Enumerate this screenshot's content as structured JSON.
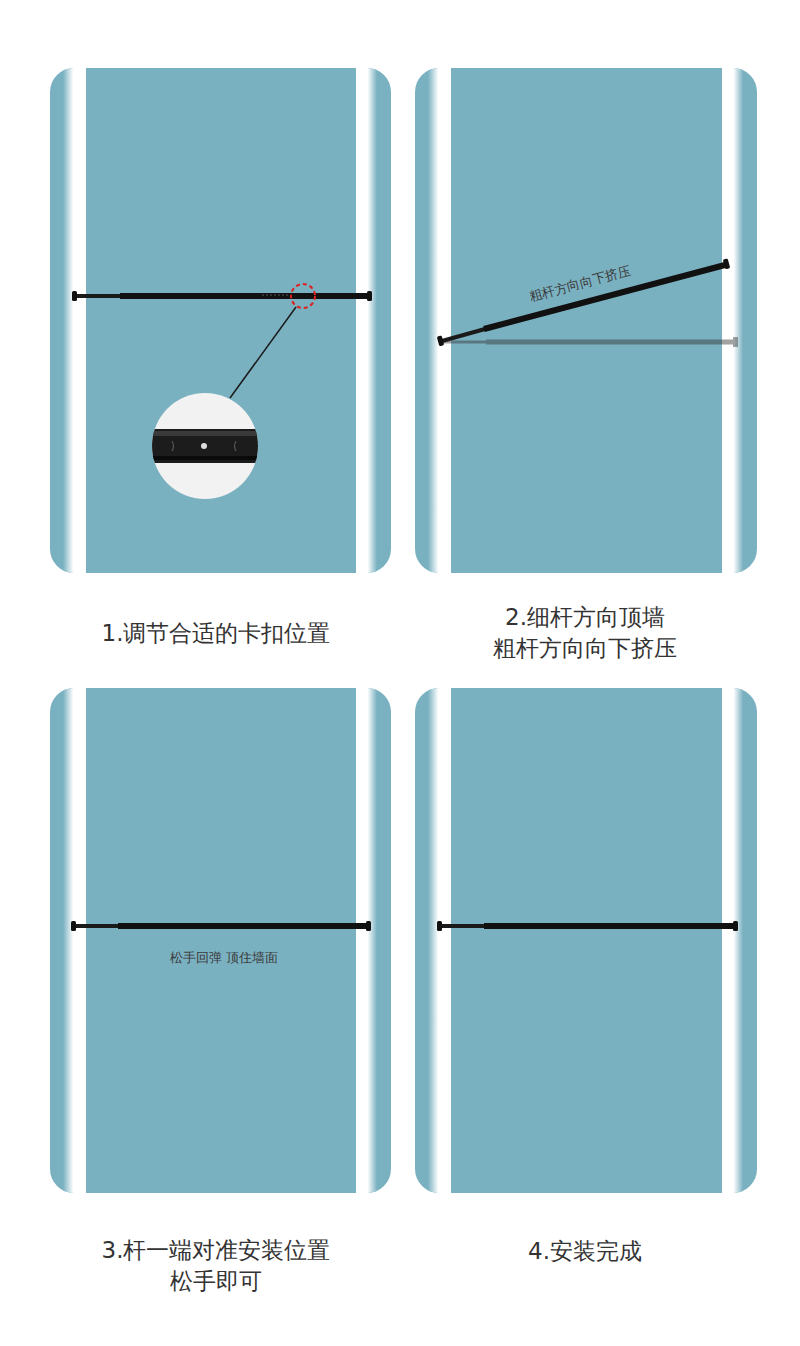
{
  "diagram": {
    "labels": [
      "粗杆方向向下挤压",
      "1.调节合适的卡扣位置",
      "2.细杆方向顶墙 粗杆方向向下挤压",
      "松手回弹 顶住墙面",
      "3.杆一端对准安装位置 松手即可",
      "4.安装完成"
    ]
  }
}
